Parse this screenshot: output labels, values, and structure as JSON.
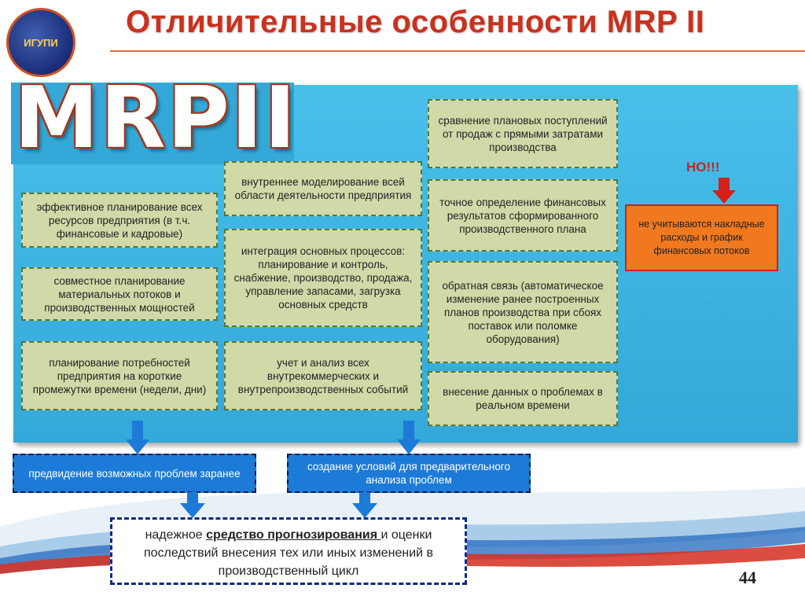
{
  "header": {
    "title": "Отличительные особенности MRP II",
    "logo_text": "ИГУПИ"
  },
  "panel": {
    "heading": "MRPII"
  },
  "left_column": [
    "эффективное планирование всех ресурсов предприятия (в т.ч. финансовые и кадровые)",
    "совместное планирование материальных потоков и производственных мощностей",
    "планирование потребностей предприятия на короткие промежутки времени (недели, дни)"
  ],
  "middle_column": [
    "внутреннее моделирование всей области деятельности предприятия",
    "интеграция основных процессов: планирование и контроль, снабжение, производство, продажа, управление запасами, загрузка основных средств",
    "учет и анализ всех внутрекоммерческих и внутрепроизводственных событий"
  ],
  "right_column": [
    "сравнение плановых поступлений от продаж с прямыми затратами производства",
    "точное определение финансовых результатов сформированного производственного плана",
    "обратная связь (автоматическое изменение ранее построенных планов производства при сбоях поставок или поломке оборудования)",
    "внесение данных о проблемах в реальном времени"
  ],
  "caveat": {
    "label": "НО!!!",
    "text": "не учитываются накладные расходы и график финансовых потоков"
  },
  "outcomes": {
    "left": "предвидение возможных проблем заранее",
    "right": "создание условий для предварительного анализа проблем"
  },
  "conclusion": {
    "prefix": "надежное ",
    "emphasis": "средство прогнозирования ",
    "suffix": "и оценки последствий внесения тех или иных изменений в производственный цикл"
  },
  "page_number": "44",
  "colors": {
    "title": "#c8321e",
    "panel": "#3fb4e2",
    "box": "#d2d9a8",
    "caveat_box": "#f0781e",
    "outcome_box": "#1c7ad8"
  }
}
